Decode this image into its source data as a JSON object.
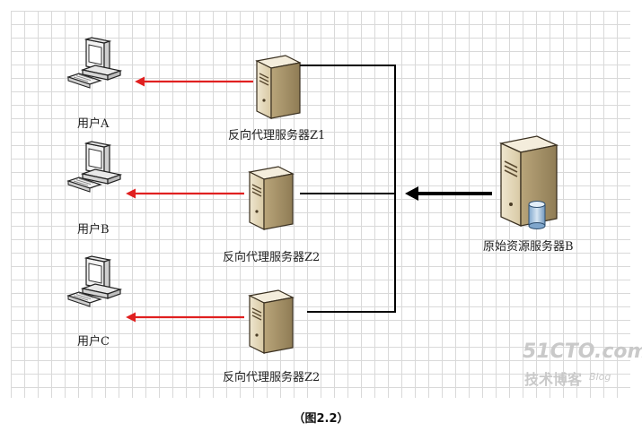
{
  "users": [
    {
      "label": "用户A"
    },
    {
      "label": "用户B"
    },
    {
      "label": "用户C"
    }
  ],
  "proxies": [
    {
      "label": "反向代理服务器Z1"
    },
    {
      "label": "反向代理服务器Z2"
    },
    {
      "label": "反向代理服务器Z2"
    }
  ],
  "origin": {
    "label": "原始资源服务器B"
  },
  "caption": "（图2.2）",
  "watermark": {
    "brand": "51CTO.com",
    "sub": "技术博客",
    "blog": "Blog"
  },
  "colors": {
    "arrow_red": "#e02020",
    "arrow_black": "#000000",
    "line": "#000000"
  }
}
